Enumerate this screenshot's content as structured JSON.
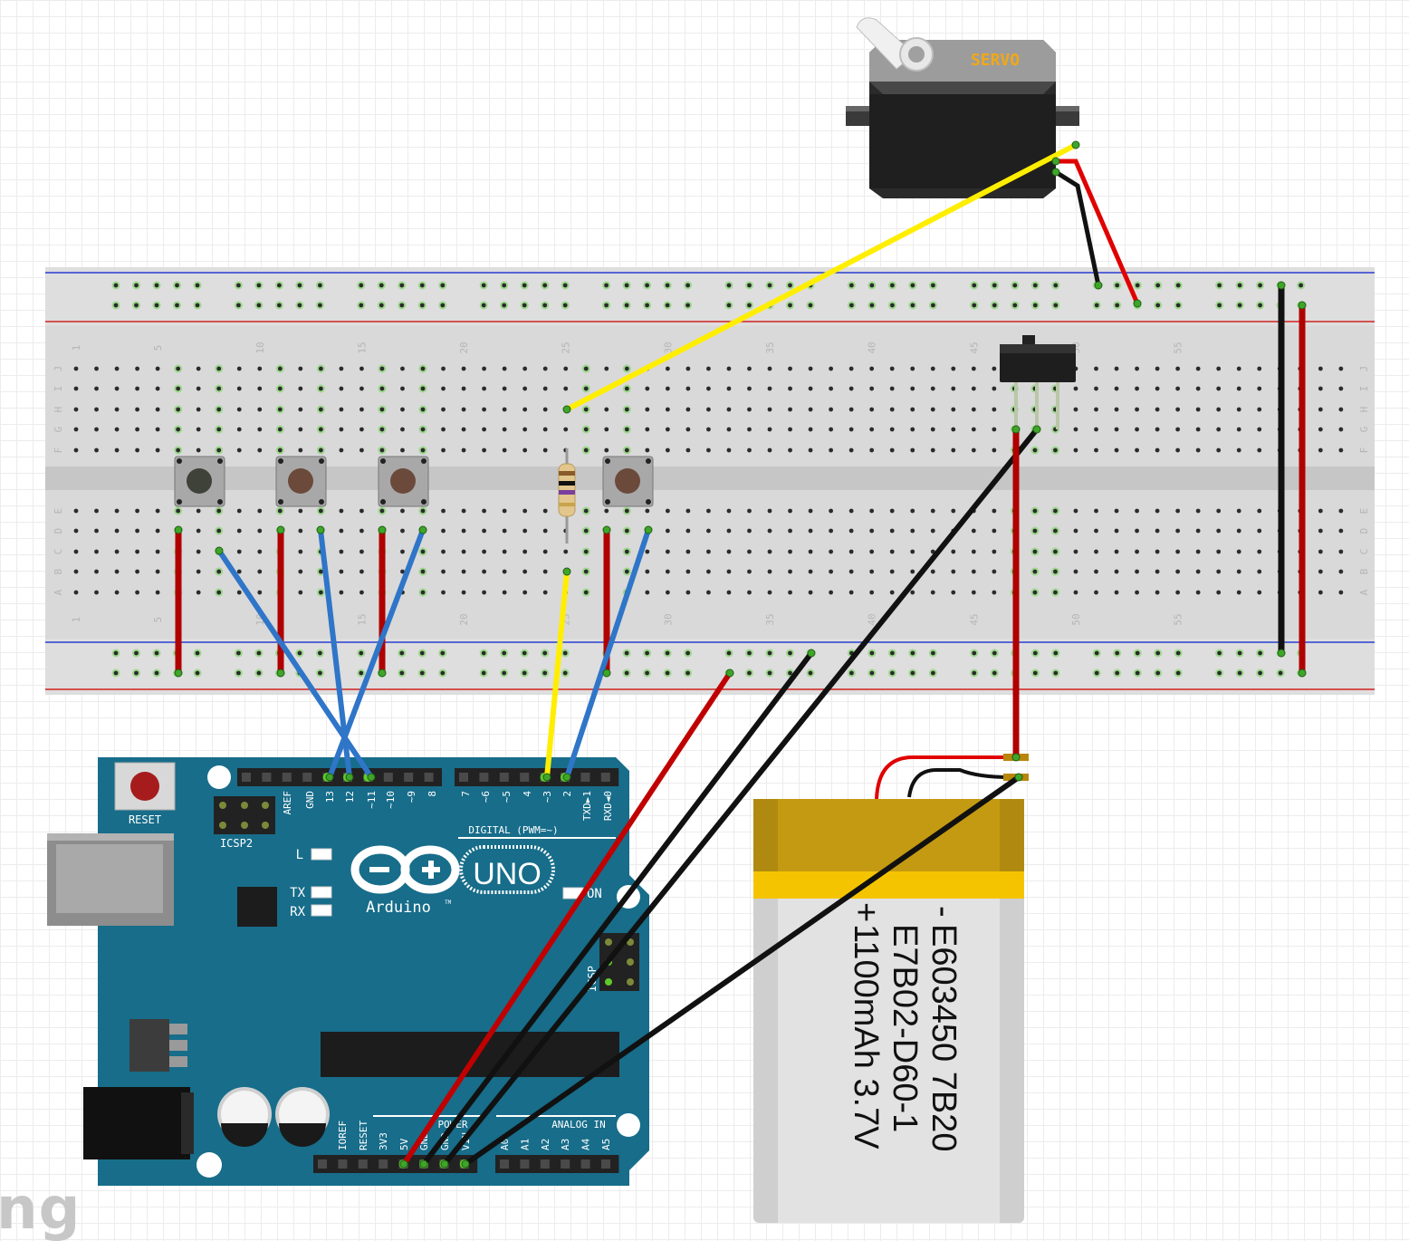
{
  "breadboard": {
    "top_numbers": [
      "1",
      "5",
      "10",
      "15",
      "20",
      "25",
      "30",
      "35",
      "40",
      "45",
      "50",
      "55"
    ],
    "row_letters_top": [
      "J",
      "I",
      "H",
      "G",
      "F"
    ],
    "row_letters_bottom": [
      "E",
      "D",
      "C",
      "B",
      "A"
    ]
  },
  "servo": {
    "label": "SERVO"
  },
  "arduino": {
    "reset_label": "RESET",
    "icsp2_label": "ICSP2",
    "icsp_label": "ICSP",
    "l_label": "L",
    "tx_label": "TX",
    "rx_label": "RX",
    "on_label": "ON",
    "uno_label": "UNO",
    "brand_label": "Arduino",
    "trademark": "TM",
    "digital_label": "DIGITAL (PWM=~)",
    "power_label": "POWER",
    "analog_label": "ANALOG IN",
    "digital_pins": [
      "AREF",
      "GND",
      "13",
      "12",
      "~11",
      "~10",
      "~9",
      "8",
      "7",
      "~6",
      "~5",
      "4",
      "~3",
      "2",
      "TXD►1",
      "RXD◄0"
    ],
    "power_pins": [
      "IOREF",
      "RESET",
      "3V3",
      "5V",
      "GND",
      "GND",
      "VIN"
    ],
    "analog_pins": [
      "A0",
      "A1",
      "A2",
      "A3",
      "A4",
      "A5"
    ]
  },
  "battery": {
    "minus": "-",
    "plus": "+",
    "line1": "E603450 7B20",
    "line2": "E7B02-D60-1",
    "line3": "1100mAh 3.7V"
  },
  "watermark": "ng",
  "colors": {
    "board_teal": "#176d8a",
    "wire_blue": "#2f75c8",
    "wire_red": "#cc0000",
    "wire_yellow": "#ffee00",
    "wire_black": "#1a1a1a",
    "battery_gold": "#b08a10"
  }
}
